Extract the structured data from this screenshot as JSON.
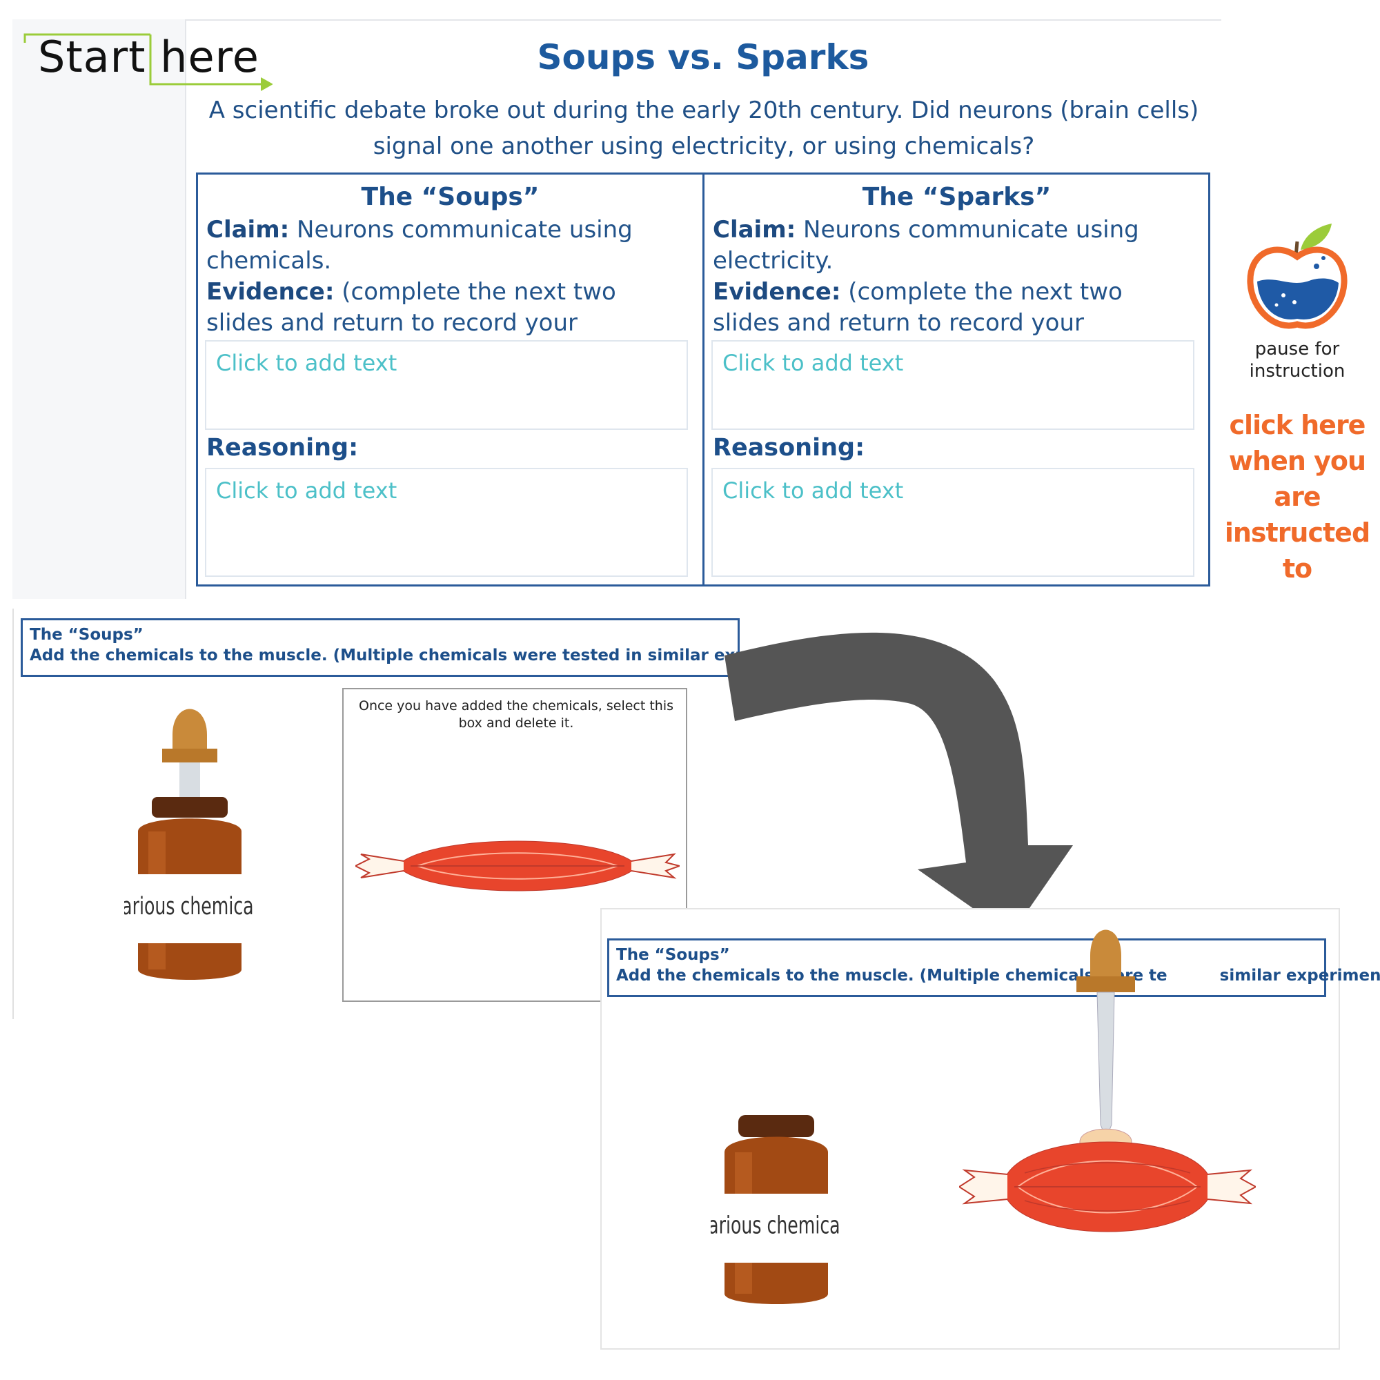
{
  "top_slide": {
    "start_here": "Start here",
    "title": "Soups vs. Sparks",
    "intro_line1": "A scientific debate broke out during the early 20th century. Did neurons (brain cells)",
    "intro_line2": "signal one another using electricity, or using chemicals?",
    "soups": {
      "heading": "The “Soups”",
      "claim_label": "Claim:",
      "claim_text": " Neurons communicate using chemicals.",
      "evidence_label": "Evidence:",
      "evidence_text": " (complete the next two slides and return to record your findings.)",
      "evidence_placeholder": "Click to add text",
      "reasoning_label": "Reasoning:",
      "reasoning_placeholder": "Click to add text"
    },
    "sparks": {
      "heading": "The “Sparks”",
      "claim_label": "Claim:",
      "claim_text": " Neurons communicate using electricity.",
      "evidence_label": "Evidence:",
      "evidence_text": " (complete the next two slides and return to record your findings.)",
      "evidence_placeholder": "Click to add text",
      "reasoning_label": "Reasoning:",
      "reasoning_placeholder": "Click to add text"
    },
    "pause_line1": "pause for",
    "pause_line2": "instruction",
    "click_line1": "click here",
    "click_line2": "when you are",
    "click_line3": "instructed to",
    "colors": {
      "accent_blue": "#1d5a9e",
      "placeholder": "#4cc0c8",
      "orange": "#f06a2a",
      "green": "#9bcc3a"
    }
  },
  "middle_slide": {
    "header_title": "The “Soups”",
    "header_sub": "Add the chemicals to the muscle. (Multiple chemicals were tested in similar experiments)",
    "box_text": "Once you have added the chemicals, select this box and delete it.",
    "bottle_label": "various chemicals"
  },
  "bottom_slide": {
    "header_title": "The “Soups”",
    "header_sub_left": "Add the chemicals to the muscle. (Multiple chemicals were te",
    "header_sub_right": "similar experiments)",
    "bottle_label": "various chemicals"
  },
  "icons": [
    "apple-flask-icon",
    "dropper-icon",
    "bottle-icon",
    "muscle-icon",
    "curved-arrow-icon"
  ]
}
